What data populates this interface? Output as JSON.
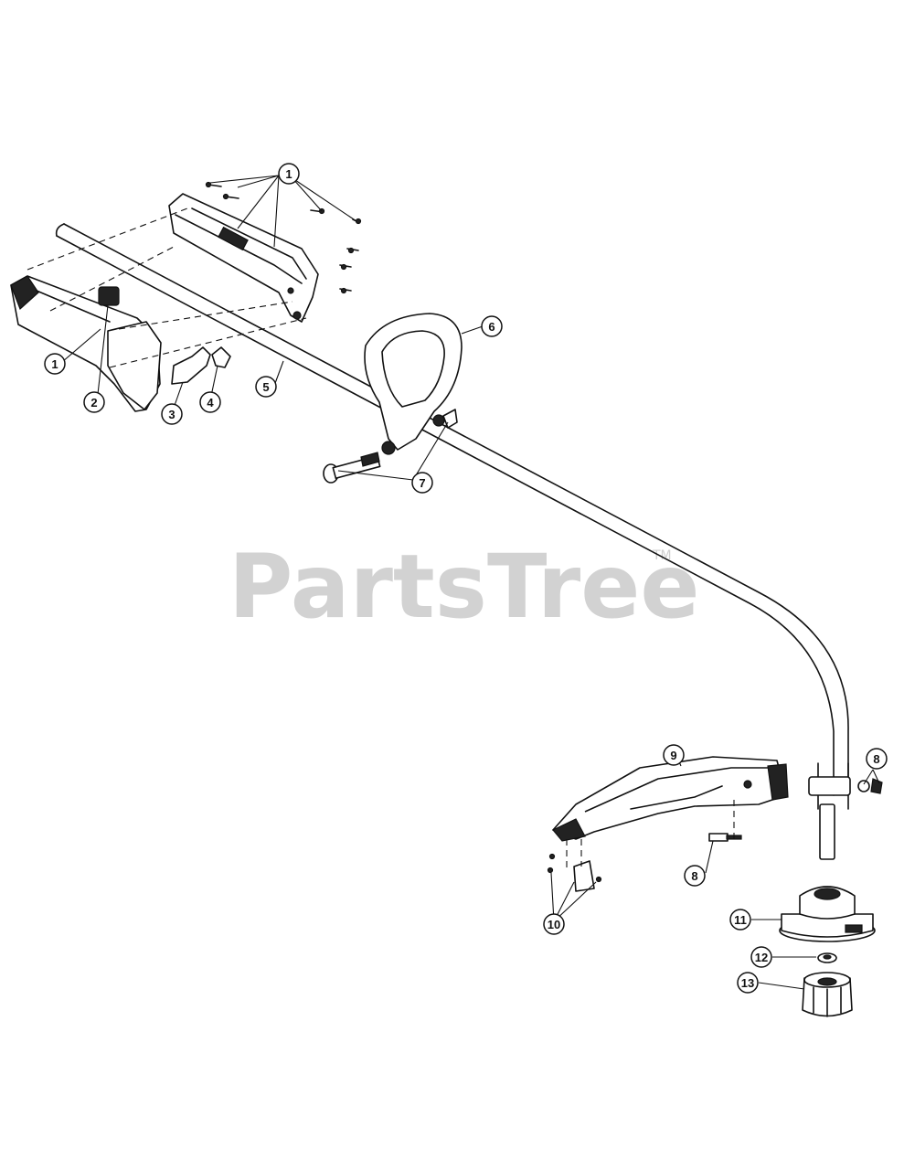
{
  "watermark": {
    "text": "PartsTree",
    "tm": "TM"
  },
  "callouts": [
    "1",
    "1",
    "2",
    "3",
    "4",
    "5",
    "6",
    "7",
    "8",
    "8",
    "9",
    "10",
    "11",
    "12",
    "13"
  ],
  "colors": {
    "ink": "#111111",
    "watermark": "#d2d2d2"
  }
}
